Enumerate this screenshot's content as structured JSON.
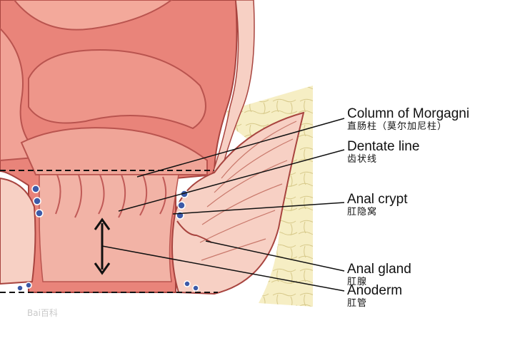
{
  "labels": [
    {
      "en": "Column of Morgagni",
      "zh": "直肠柱（莫尔加尼柱）"
    },
    {
      "en": "Dentate line",
      "zh": "齿状线"
    },
    {
      "en": "Anal crypt",
      "zh": "肛隐窝"
    },
    {
      "en": "Anal gland",
      "zh": "肛腺"
    },
    {
      "en": "Anoderm",
      "zh": "肛管"
    }
  ],
  "watermark": "Bai百科",
  "colors": {
    "tissue": "#e9847a",
    "tissue_dark": "#c05a57",
    "lumen": "#f2b3a6",
    "fat": "#f6eec4",
    "muscle_light": "#f7d0c4",
    "gland_blue": "#3c5aa8"
  }
}
